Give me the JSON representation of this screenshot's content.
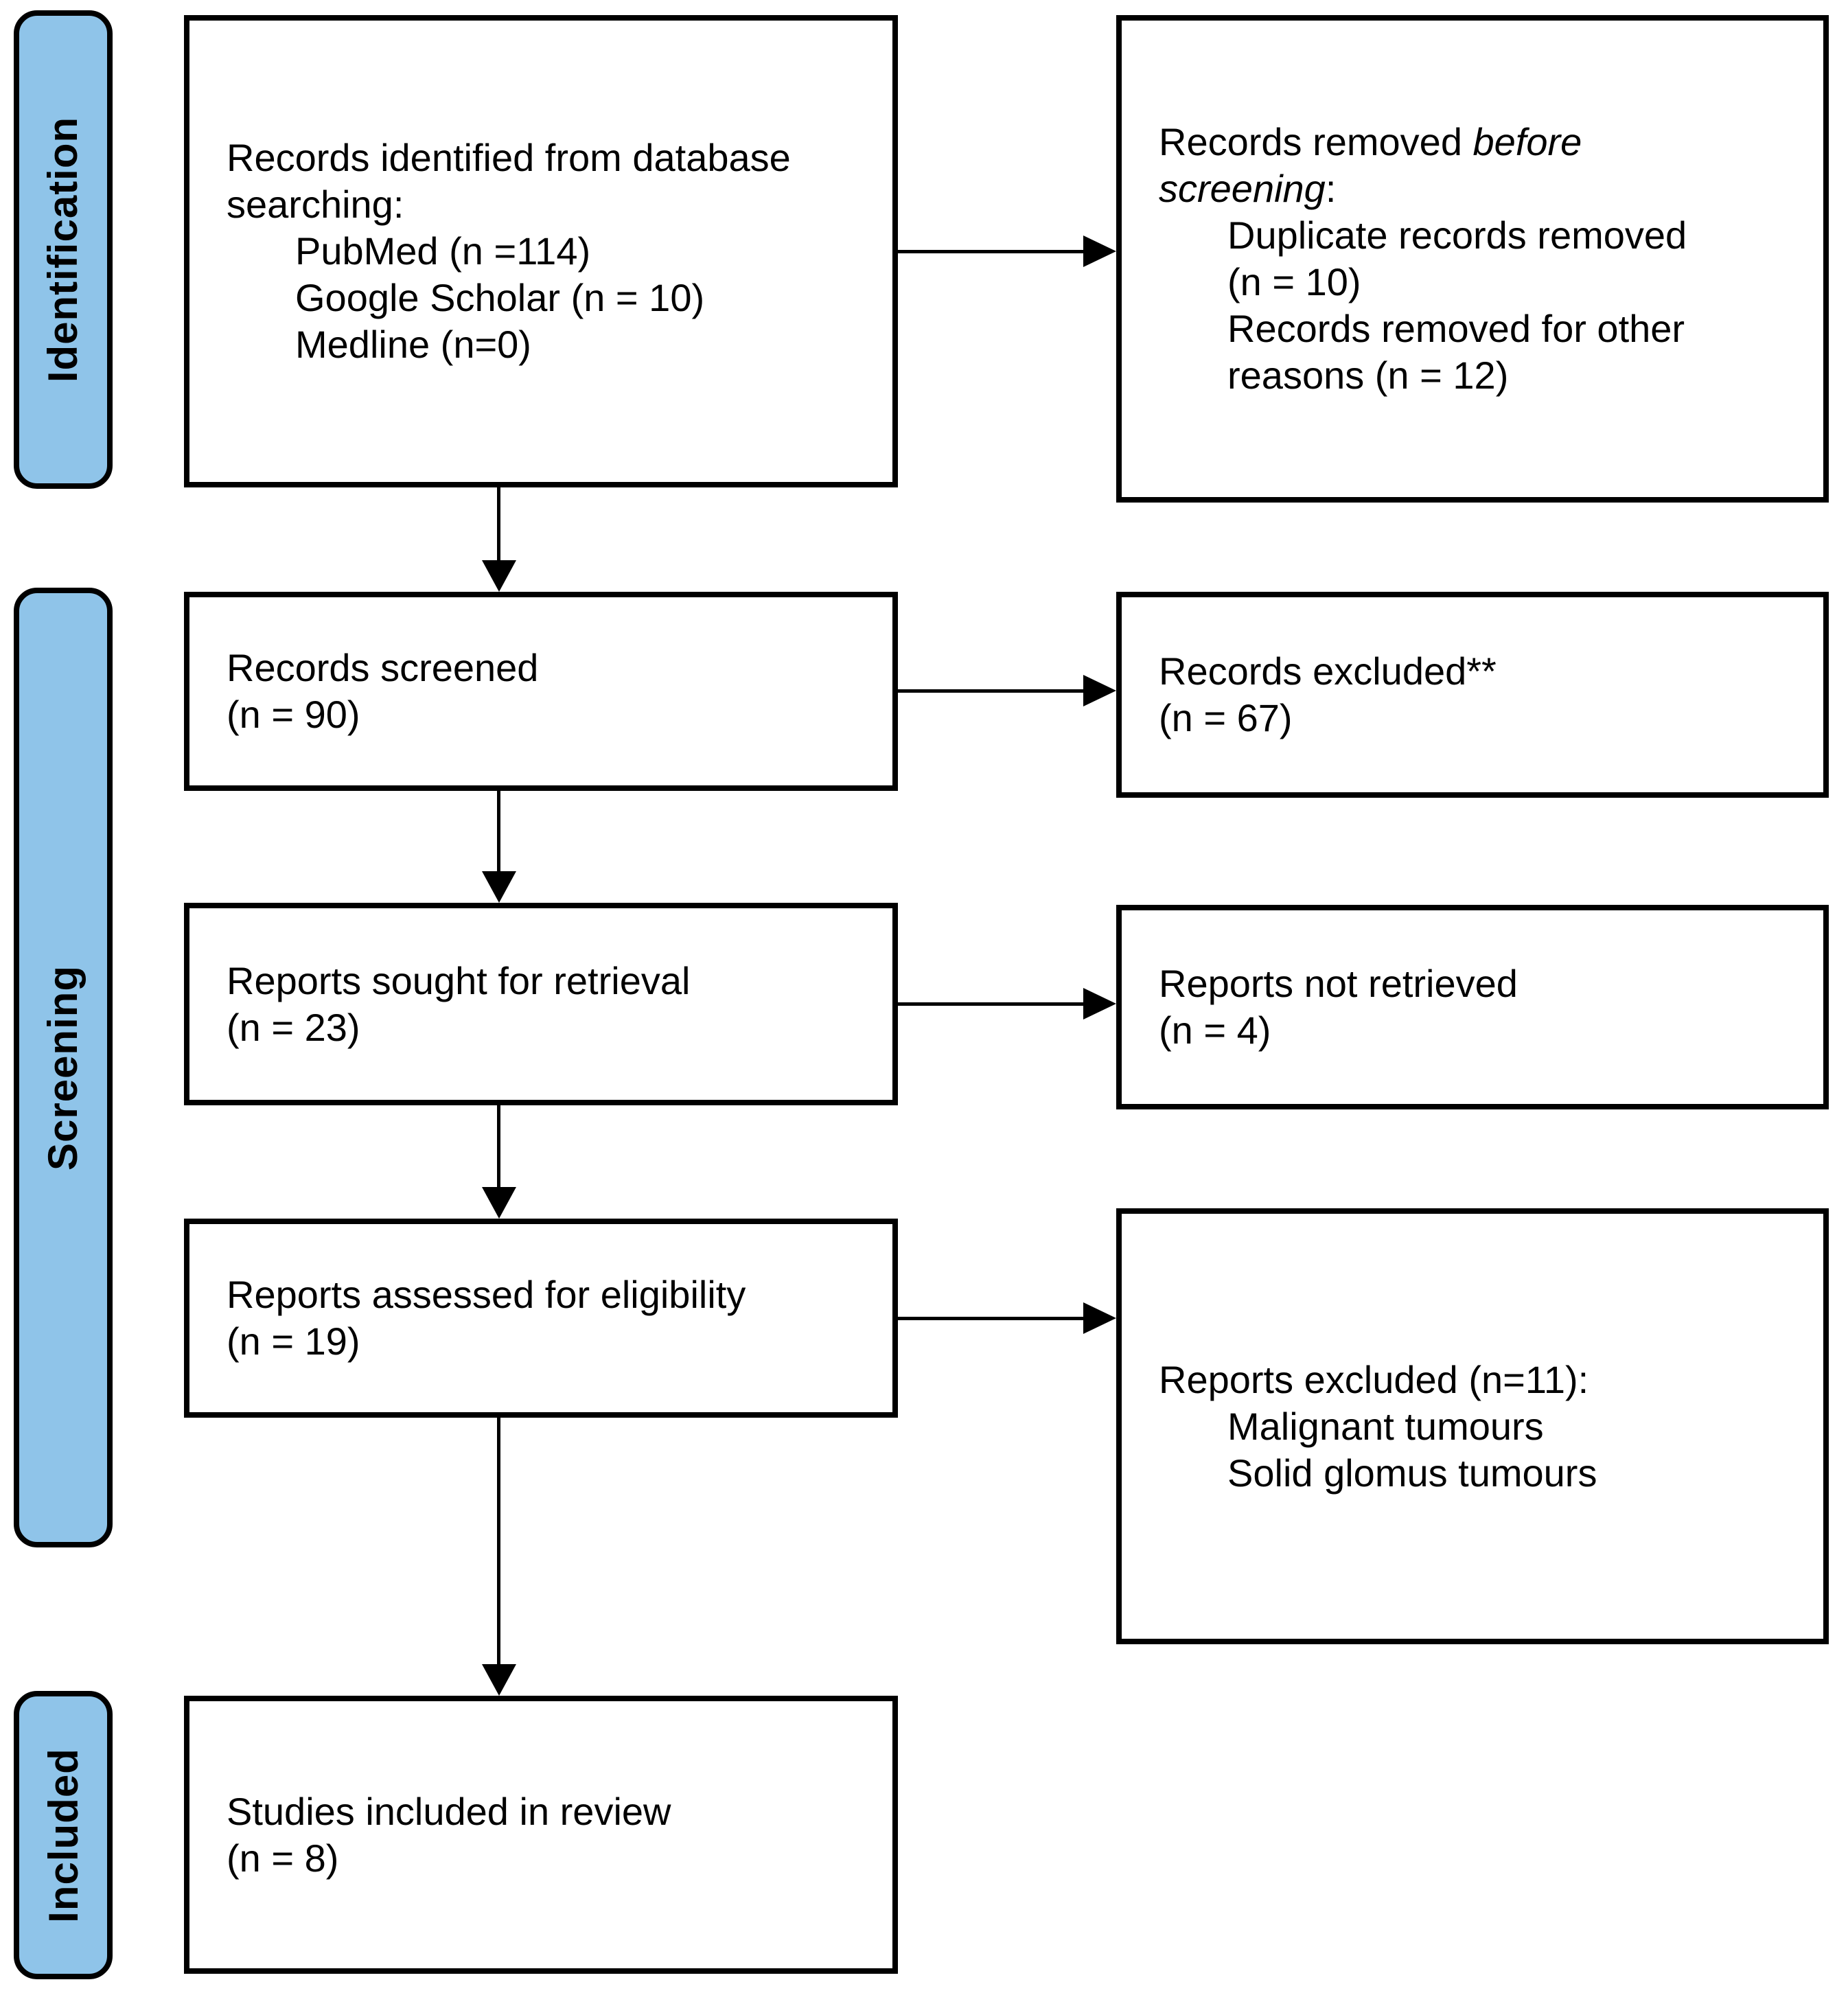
{
  "colors": {
    "stage_bar_fill": "#8FC4E9",
    "line_and_border": "#000000",
    "box_fill": "#FFFFFF"
  },
  "sidebar": {
    "identification": "Identification",
    "screening": "Screening",
    "included": "Included"
  },
  "boxes": {
    "records_identified": {
      "line1": "Records identified from database",
      "line2": "searching:",
      "items": [
        "PubMed (n =114)",
        "Google Scholar (n = 10)",
        "Medline (n=0)"
      ]
    },
    "records_removed": {
      "line1_normal": "Records removed ",
      "line1_italic": "before",
      "line2_italic": "screening",
      "line2_colon": ":",
      "items": [
        "Duplicate records removed",
        "(n = 10)",
        "Records removed for other",
        "reasons (n = 12)"
      ]
    },
    "records_screened": {
      "line1": "Records screened",
      "line2": "(n = 90)"
    },
    "records_excluded": {
      "line1": "Records excluded**",
      "line2": "(n = 67)"
    },
    "reports_sought": {
      "line1": "Reports sought for retrieval",
      "line2": "(n = 23)"
    },
    "reports_not_retrieved": {
      "line1": "Reports not retrieved",
      "line2": "(n = 4)"
    },
    "reports_assessed": {
      "line1": "Reports assessed for eligibility",
      "line2": "(n = 19)"
    },
    "reports_excluded": {
      "line1": "Reports excluded (n=11):",
      "items": [
        "Malignant tumours",
        "Solid glomus tumours"
      ]
    },
    "studies_included": {
      "line1": "Studies included in review",
      "line2": "(n = 8)"
    }
  }
}
